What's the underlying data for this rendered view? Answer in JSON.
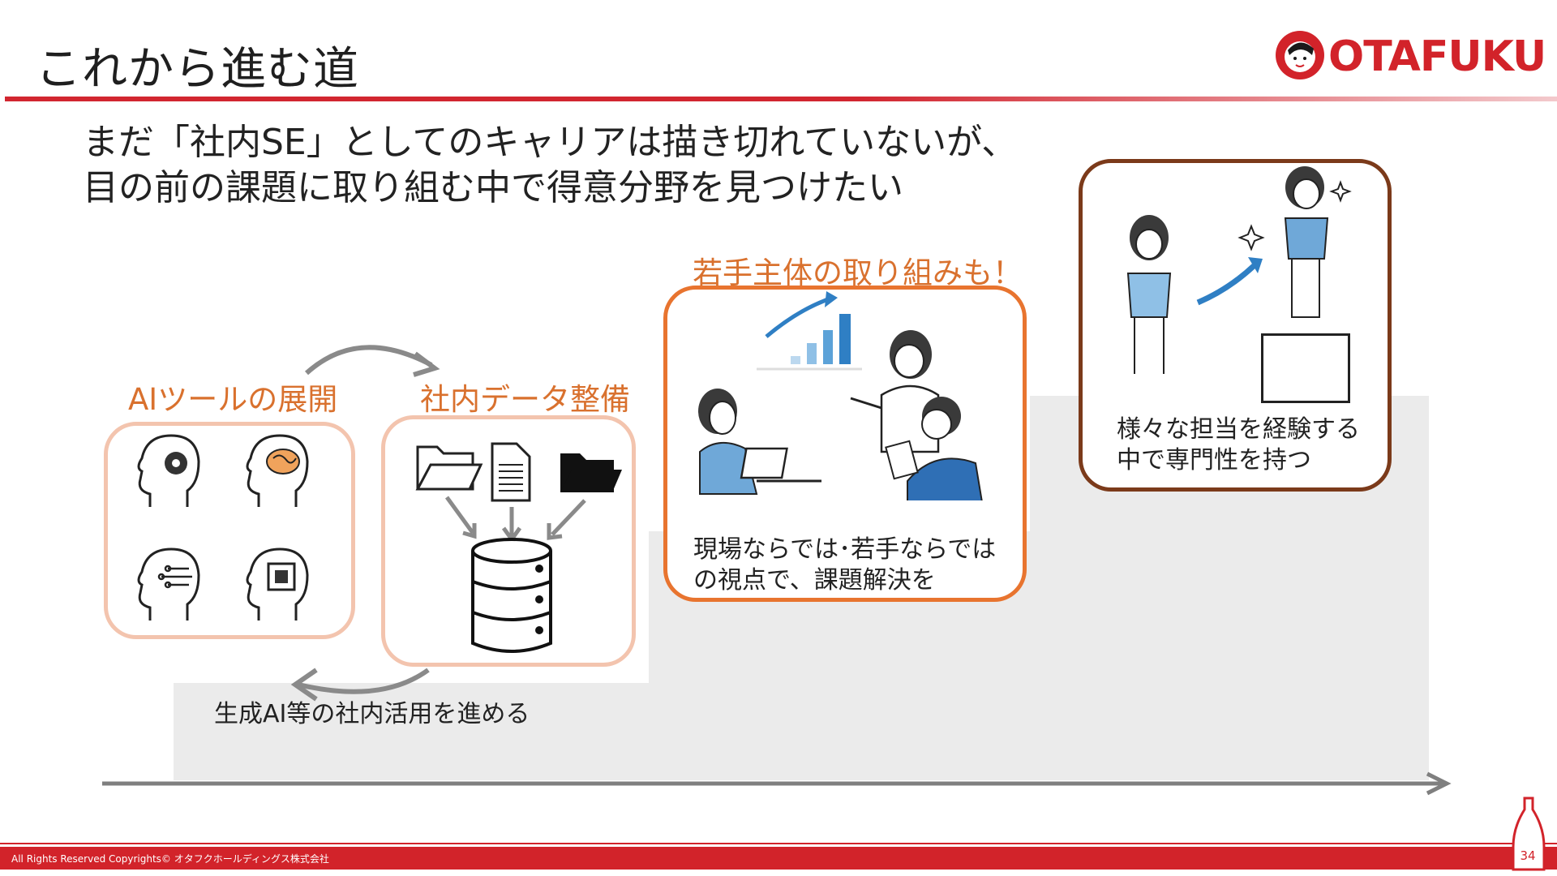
{
  "page": {
    "title": "これから進む道",
    "brand": "OTAFUKU",
    "headline": "まだ「社内SE」としてのキャリアは描き切れていないが、\n目の前の課題に取り組む中で得意分野を見つけたい",
    "footer": "All Rights Reserved Copyrights© オタフクホールディングス株式会社",
    "page_number": "34"
  },
  "step1": {
    "label_ai": "AIツールの展開",
    "label_data": "社内データ整備",
    "caption": "生成AI等の社内活用を進める"
  },
  "step2": {
    "label": "若手主体の取り組みも！",
    "caption": "現場ならでは･若手ならでは\nの視点で、課題解決を"
  },
  "step3": {
    "caption": "様々な担当を経験する\n中で専門性を持つ"
  },
  "colors": {
    "accent_red": "#d2232a",
    "orange": "#d9712e",
    "peach_border": "#f3c4ae",
    "brown_border": "#7b3a1a",
    "step_gray": "#ebebeb"
  }
}
